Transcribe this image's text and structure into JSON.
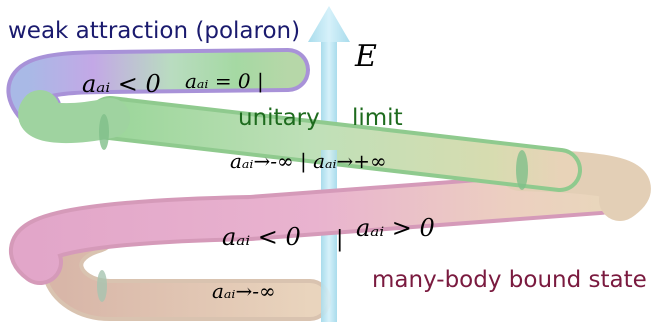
{
  "labels": {
    "weak_attraction": "weak attraction (polaron)",
    "unitary": "unitary",
    "limit": "limit",
    "many_body": "many-body bound state",
    "field_symbol": "E"
  },
  "equations": {
    "top_left": "aₐᵢ < 0",
    "top_right": "aₐᵢ = 0 |",
    "middle": "aₐᵢ→-∞  |  aₐᵢ→+∞",
    "lower_left": "aₐᵢ < 0",
    "lower_sep": "|",
    "lower_right": "aₐᵢ > 0",
    "bottom": "aₐᵢ→-∞"
  },
  "colors": {
    "weak_text": "#1a1a6e",
    "unitary_text": "#1e6b1e",
    "bound_text": "#7a1a3f",
    "purple_tube": "#b7a6e6",
    "green_tube": "#a7d9a5",
    "pink_tube": "#e6a6c8",
    "tan_tube": "#e6d2b5",
    "arrow": "#bde6f4"
  }
}
